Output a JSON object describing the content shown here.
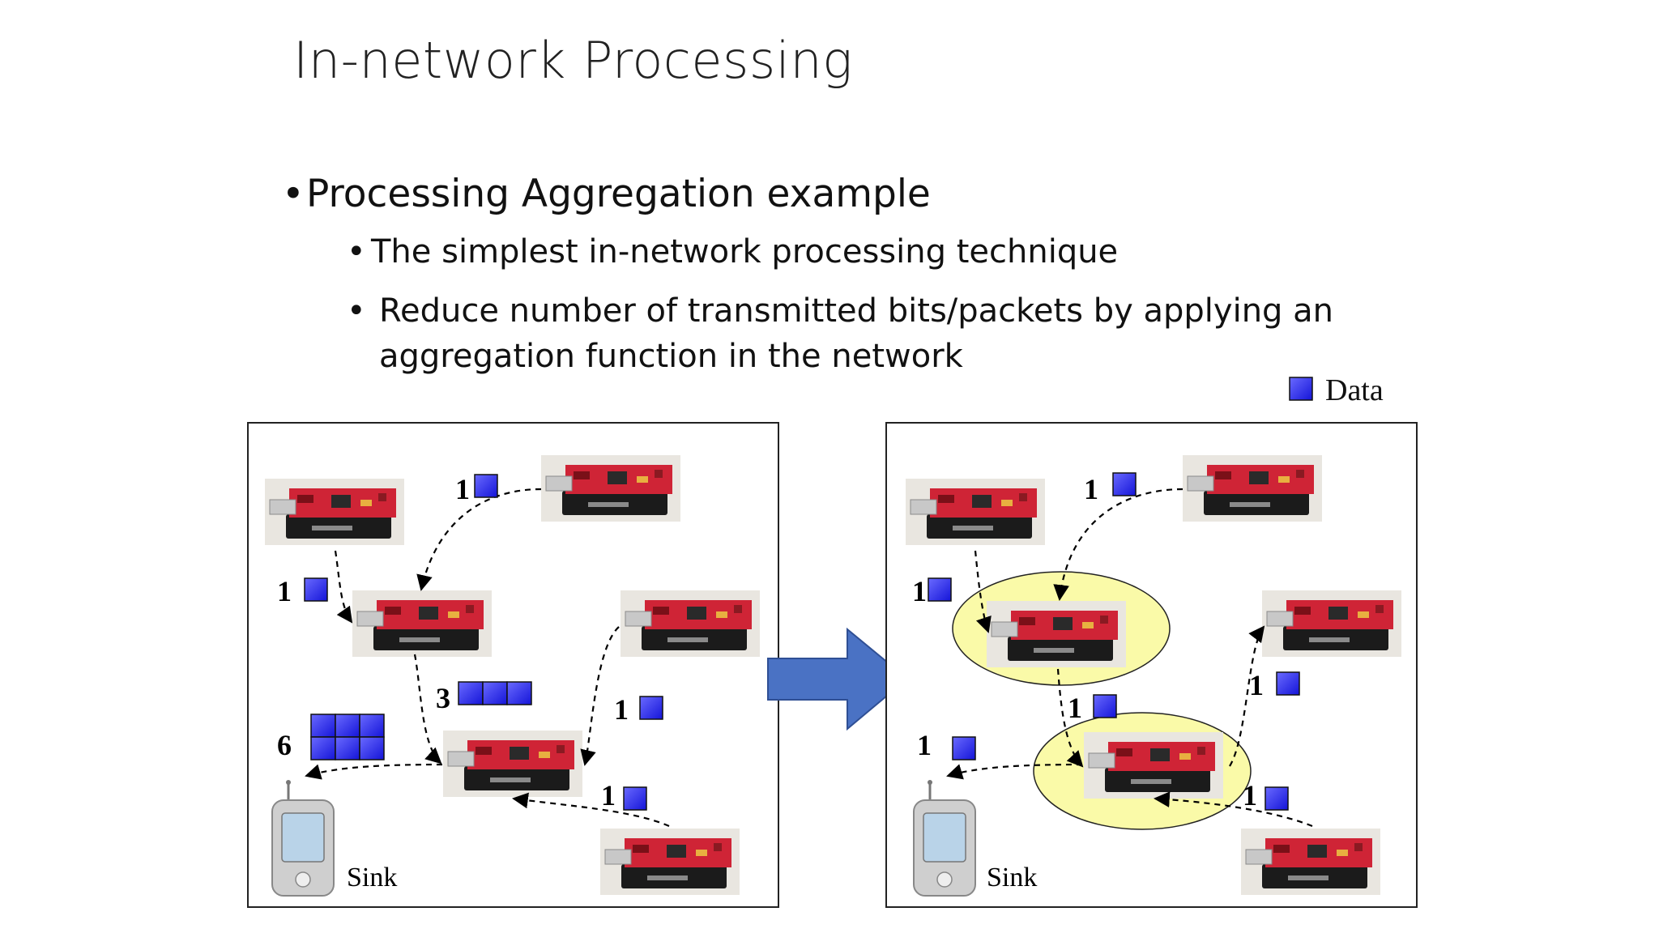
{
  "slide": {
    "title": "In-network Processing",
    "bullet_main": "Processing Aggregation example",
    "sub_bullets": [
      "The simplest in-network processing technique",
      "Reduce number of transmitted bits/packets by applying an aggregation function in the network"
    ]
  },
  "legend": {
    "label": "Data"
  },
  "left_panel": {
    "labels": [
      "1",
      "1",
      "3",
      "6",
      "1",
      "1"
    ],
    "sink": "Sink"
  },
  "right_panel": {
    "labels": [
      "1",
      "1",
      "1",
      "1",
      "1",
      "1"
    ],
    "sink": "Sink"
  },
  "colors": {
    "data_block": "#2b2bff",
    "arrow": "#4a72c4",
    "ellipse": "#fafaa8",
    "board": "#d42a3a"
  }
}
